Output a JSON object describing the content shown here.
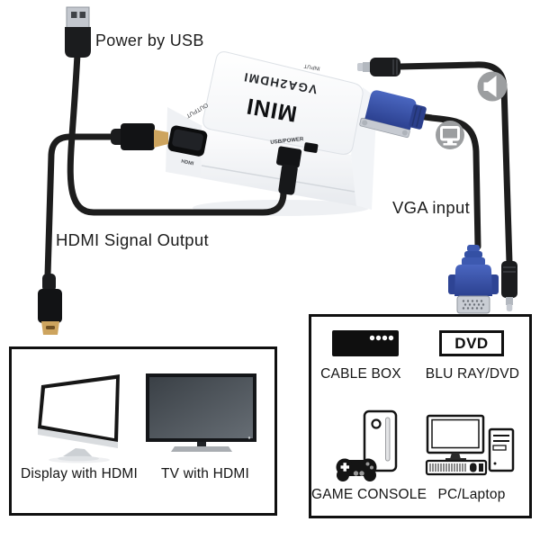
{
  "annotations": {
    "power_by_usb": "Power by USB",
    "hdmi_signal_output": "HDMI Signal Output",
    "vga_input": "VGA input"
  },
  "converter": {
    "model_text": "VGA2HDMI",
    "brand_text": "MINI",
    "input_label": "INPUT",
    "output_label": "OUTPUT",
    "usb_power_label": "USB/POWER",
    "hdmi_port_label": "HDMI"
  },
  "output_devices_panel": {
    "items": [
      {
        "id": "display",
        "label": "Display with HDMI"
      },
      {
        "id": "tv",
        "label": "TV with HDMI"
      }
    ]
  },
  "input_devices_panel": {
    "items": [
      {
        "id": "cable-box",
        "label": "CABLE BOX"
      },
      {
        "id": "blu-ray-dvd",
        "label": "BLU RAY/DVD",
        "icon_text": "DVD"
      },
      {
        "id": "game-console",
        "label": "GAME CONSOLE"
      },
      {
        "id": "pc-laptop",
        "label": "PC/Laptop"
      }
    ]
  },
  "colors": {
    "cable_black": "#1d1d1d",
    "vga_blue": "#3c57ad",
    "hdmi_gold": "#cda45e",
    "connector_metal": "#c6cad1",
    "badge_gray": "#9c9ea0",
    "panel_border": "#101010"
  }
}
